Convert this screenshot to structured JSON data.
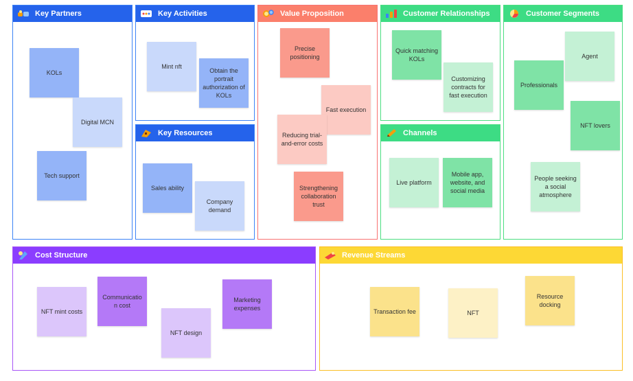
{
  "panels": {
    "key_partners": {
      "title": "Key Partners",
      "icon": "handshake-icon",
      "notes": [
        "KOLs",
        "Digital MCN",
        "Tech support"
      ]
    },
    "key_activities": {
      "title": "Key Activities",
      "icon": "activities-icon",
      "notes": [
        "Mint nft",
        "Obtain the portrait authorization of KOLs"
      ]
    },
    "key_resources": {
      "title": "Key Resources",
      "icon": "resources-icon",
      "notes": [
        "Sales ability",
        "Company demand"
      ]
    },
    "value_proposition": {
      "title": "Value Proposition",
      "icon": "gears-icon",
      "notes": [
        "Precise positioning",
        "Fast execution",
        "Reducing trial-and-error costs",
        "Strengthening collaboration trust"
      ]
    },
    "customer_relationships": {
      "title": "Customer Relationships",
      "icon": "bar-chart-icon",
      "notes": [
        "Quick matching KOLs",
        "Customizing contracts for fast execution"
      ]
    },
    "channels": {
      "title": "Channels",
      "icon": "pencil-icon",
      "notes": [
        "Live platform",
        "Mobile app, website, and social media"
      ]
    },
    "customer_segments": {
      "title": "Customer Segments",
      "icon": "pie-chart-icon",
      "notes": [
        "Agent",
        "Professionals",
        "NFT lovers",
        "People seeking a social atmosphere"
      ]
    },
    "cost_structure": {
      "title": "Cost Structure",
      "icon": "cost-icon",
      "notes": [
        "NFT mint costs",
        "Communicatio n cost",
        "NFT design",
        "Marketing expenses"
      ]
    },
    "revenue_streams": {
      "title": "Revenue Streams",
      "icon": "revenue-icon",
      "notes": [
        "Transaction fee",
        "NFT",
        "Resource docking"
      ]
    }
  },
  "colors": {
    "blue_note": "#94b4f8",
    "blue_note_light": "#c9d9fb",
    "red_note": "#fa9a8c",
    "red_note_light": "#fccac3",
    "green_note": "#7fe3a6",
    "green_note_light": "#c4f1d5",
    "purple_note": "#b479f7",
    "purple_note_light": "#dcc6fb",
    "yellow_note": "#fbe28b",
    "yellow_note_light": "#fdf1c6"
  }
}
